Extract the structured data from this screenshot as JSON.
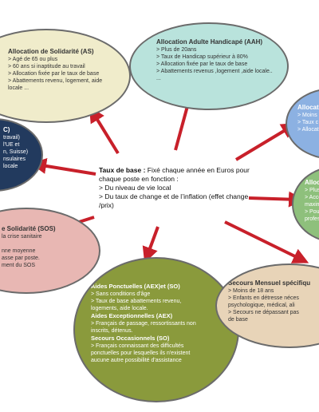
{
  "center": {
    "title": "Taux de base :",
    "intro": "Fixé chaque année en Euros pour chaque poste en fonction :",
    "items": [
      "> Du niveau de vie local",
      "> Du taux de change  et de l’inflation (effet change /prix)"
    ]
  },
  "nodes": {
    "as": {
      "title": "Allocation de Solidarité (AS)",
      "lines": [
        "> Agé de 65 ou plus",
        "> 60 ans si inaptitude au travail",
        "> Allocation fixée par le taux de base",
        "> Abattements revenu, logement, aide",
        "locale ..."
      ]
    },
    "aah": {
      "title": "Allocation Adulte Handicapé (AAH)",
      "lines": [
        "> Plus de 20ans",
        "> Taux de Handicap supérieur à 80%",
        "> Allocation fixée par le taux de base",
        "> Abattements revenus ,logement ,aide locale..",
        "..."
      ]
    },
    "right1": {
      "title": "Allocati",
      "lines": [
        "> Moins",
        "> Taux c",
        "> Allocati"
      ]
    },
    "c": {
      "title": "C)",
      "lines": [
        "travail)",
        "l'UE et",
        "n, Suisse)",
        "nsulaires",
        "locale"
      ]
    },
    "right2": {
      "title": "Allocat",
      "lines": [
        "> Plus",
        "> Acco",
        "maxim",
        "> Pour",
        "profes"
      ]
    },
    "sos": {
      "title": "e Solidarité (SOS)",
      "lines": [
        "la crise sanitaire",
        "",
        "nne moyenne",
        "asse par poste.",
        "ment du SOS"
      ]
    },
    "aex": {
      "sections": [
        {
          "title": "Aides Ponctuelles (AEX)et (SO)",
          "lines": [
            "> Sans conditions d'âge",
            "> Taux de base abattements revenu,",
            "logements, aide locale."
          ]
        },
        {
          "title": "Aides Exceptionnelles (AEX)",
          "lines": [
            "> Français de passage, ressortissants non",
            "inscrits, détenus."
          ]
        },
        {
          "title": "Secours Occasionnels (SO)",
          "lines": [
            "> Français connaissant des difficultés",
            "ponctuelles pour lesquelles ils n'existent",
            "aucune autre possibilité d'assistance"
          ]
        }
      ]
    },
    "sec": {
      "title": "Secours Mensuel spécifiqu",
      "lines": [
        "> Moins de 18 ans",
        "> Enfants en détresse néces",
        "psychologique, médical, ali",
        "> Secours ne dépassant pas",
        "de base"
      ]
    }
  },
  "colors": {
    "arrow": "#c8202a",
    "as": "#f0eccb",
    "aah": "#b9e3dc",
    "right1": "#8cb1e2",
    "c": "#223a5e",
    "right2": "#8ec07c",
    "sos": "#e8b7b3",
    "aex": "#8a9a3c",
    "sec": "#e8d4b8"
  }
}
